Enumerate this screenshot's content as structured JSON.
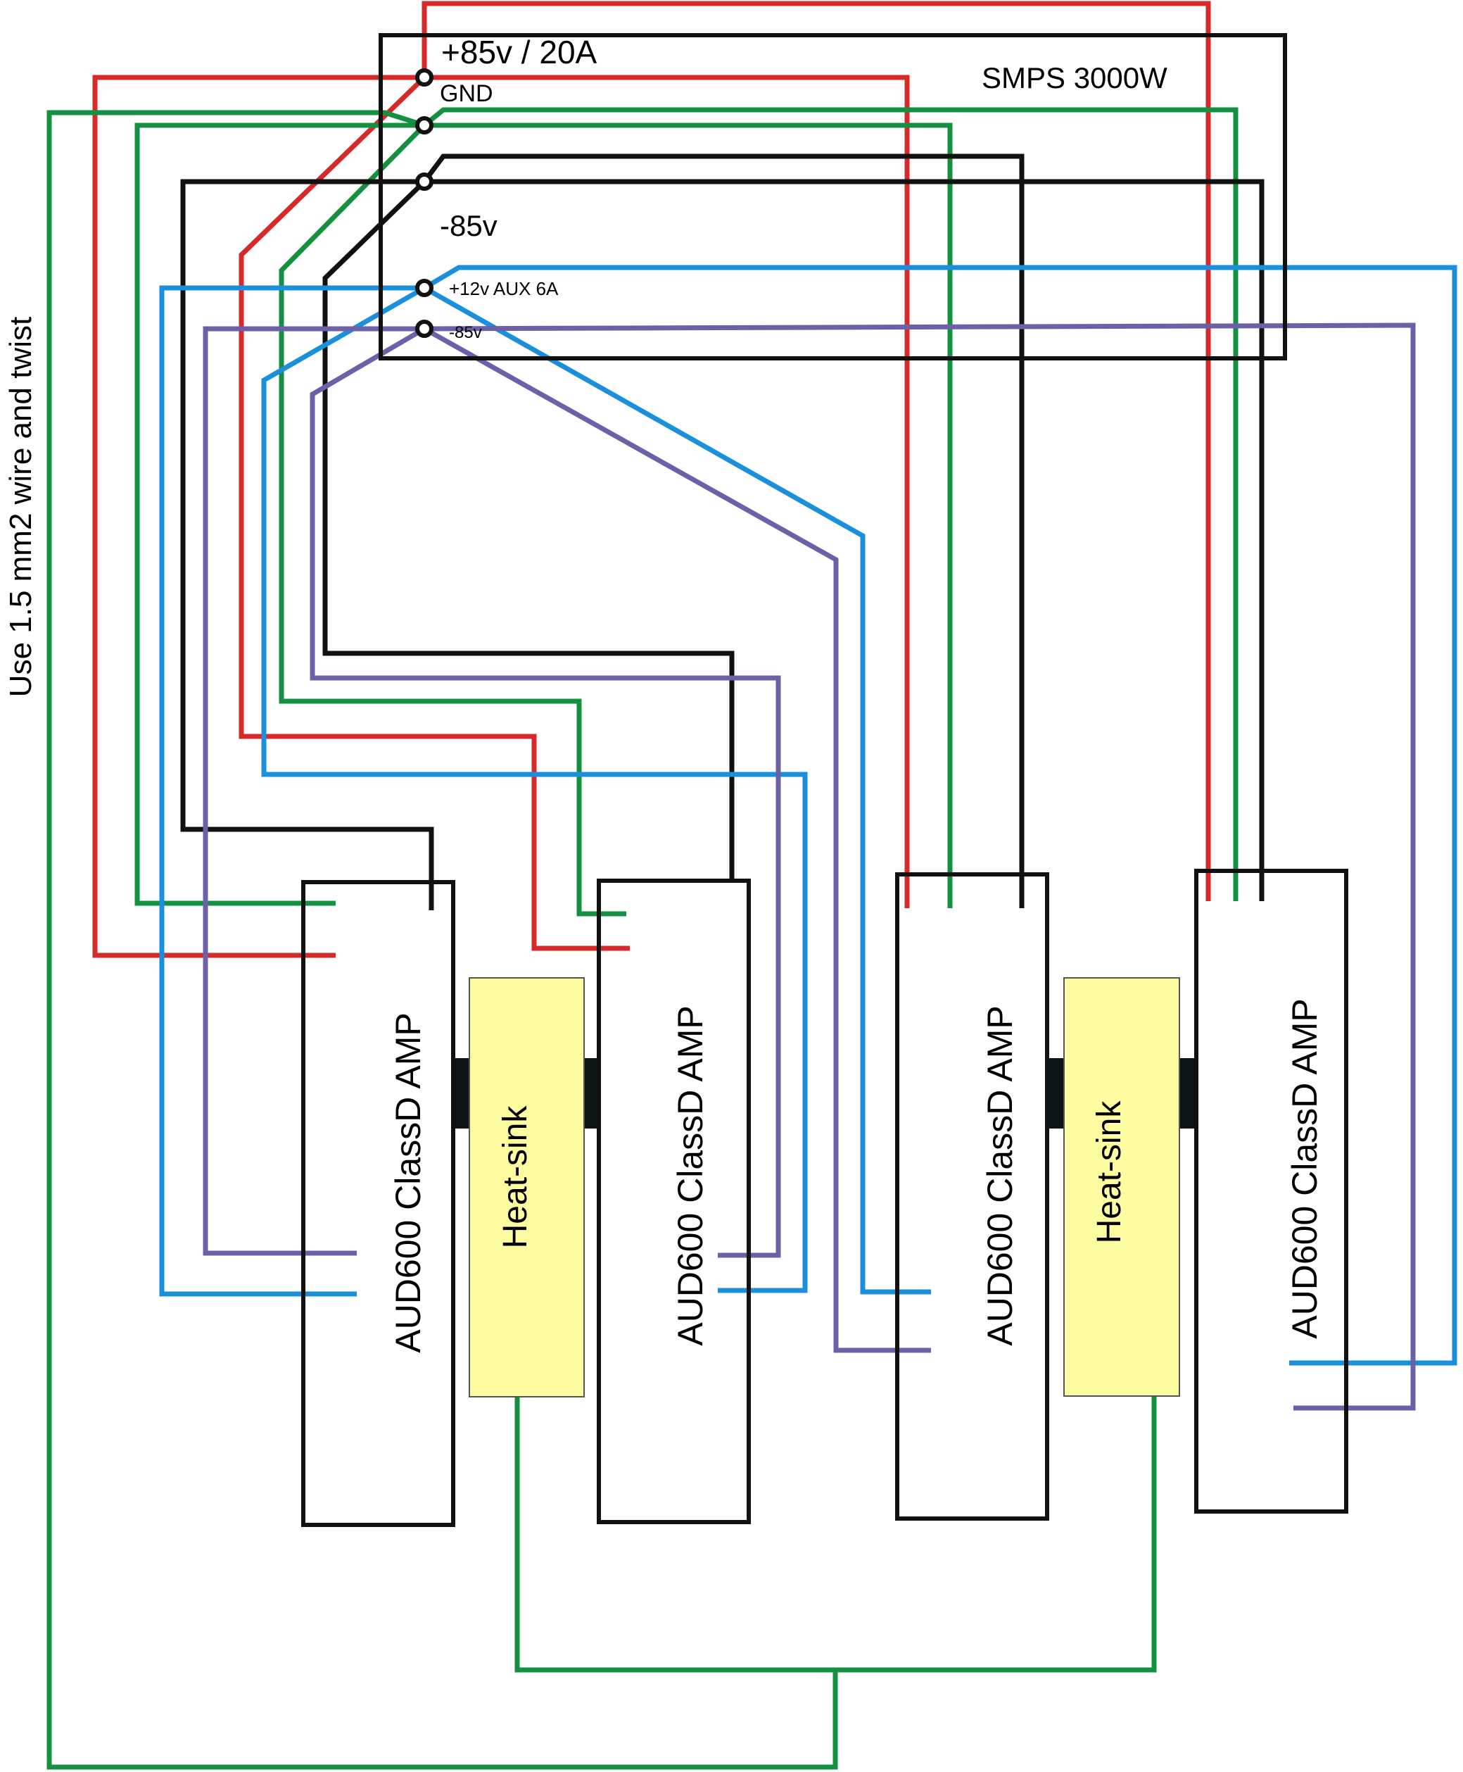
{
  "colors": {
    "red": "#d62a2a",
    "green": "#149140",
    "black": "#111111",
    "blue": "#1a8fdb",
    "purple": "#6e60a8",
    "heatsink_fill": "#fdfca0",
    "pad": "#0d1417"
  },
  "smps": {
    "title": "SMPS 3000W",
    "terminals": {
      "pos85": "+85v / 20A",
      "gnd": "GND",
      "neg85": "-85v",
      "aux12": "+12v AUX 6A",
      "neg85_small": "-85v"
    }
  },
  "amps": [
    {
      "label": "AUD600 ClassD AMP"
    },
    {
      "label": "AUD600 ClassD AMP"
    },
    {
      "label": "AUD600 ClassD AMP"
    },
    {
      "label": "AUD600 ClassD AMP"
    }
  ],
  "heatsinks": [
    {
      "label": "Heat-sink"
    },
    {
      "label": "Heat-sink"
    }
  ],
  "note": "Use 1.5 mm2 wire and twist"
}
